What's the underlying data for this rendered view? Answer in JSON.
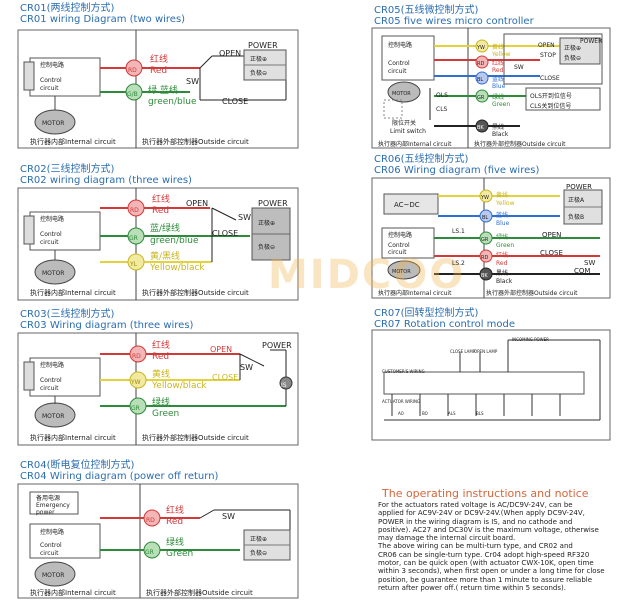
{
  "colors": {
    "title": "#2a6db0",
    "red": "#d23a3a",
    "green": "#2e8b3a",
    "yellow": "#e3d23a",
    "blue": "#2f6fd0",
    "black": "#222222",
    "accent": "#d6653a"
  },
  "cr01": {
    "title_cn": "CR01(两线控制方式)",
    "title_en": "CR01 wiring Diagram (two wires)",
    "power": "POWER",
    "open": "OPEN",
    "close": "CLOSE",
    "sw": "SW",
    "pos": "正极⊕",
    "neg": "负极⊖",
    "rd": "RD",
    "gb": "G/B",
    "red_cn": "红线",
    "red_en": "Red",
    "gb_cn": "绿 蓝线",
    "gb_en": "green/blue",
    "ctrl_cn": "控制电路",
    "ctrl_en1": "Control",
    "ctrl_en2": "circuit",
    "motor": "MOTOR",
    "inner": "执行器内部Internal circuit",
    "outer": "执行器外部控制器Outside circuit"
  },
  "cr02": {
    "title_cn": "CR02(三线控制方式)",
    "title_en": "CR02 wiring diagram (three wires)",
    "power": "POWER",
    "open": "OPEN",
    "close": "CLOSE",
    "sw": "SW",
    "pos": "正极⊕",
    "neg": "负极⊖",
    "rd": "RD",
    "gr": "GR",
    "yl": "YL",
    "red_cn": "红线",
    "red_en": "Red",
    "gb_cn": "蓝/绿线",
    "gb_en": "green/blue",
    "yb_cn": "黄/黑线",
    "yb_en": "Yellow/black",
    "ctrl_cn": "控制电路",
    "ctrl_en1": "Control",
    "ctrl_en2": "circuit",
    "motor": "MOTOR",
    "inner": "执行器内部Internal circuit",
    "outer": "执行器外部控制器Outside circuit"
  },
  "cr03": {
    "title_cn": "CR03(三线控制方式)",
    "title_en": "CR03 Wiring diagram (three wires)",
    "power": "POWER",
    "open": "OPEN",
    "close": "CLOSE",
    "sw": "SW",
    "is": "IS",
    "rd": "RD",
    "yw": "YW",
    "gr": "GR",
    "red_cn": "红线",
    "red_en": "Red",
    "yb_cn": "黄线",
    "yb_en": "Yellow/black",
    "g_cn": "绿线",
    "g_en": "Green",
    "ctrl_cn": "控制电路",
    "ctrl_en1": "Control",
    "ctrl_en2": "circuit",
    "motor": "MOTOR",
    "inner": "执行器内部Internal circuit",
    "outer": "执行器外部控制器Outside circuit"
  },
  "cr04": {
    "title_cn": "CR04(断电复位控制方式)",
    "title_en": "CR04 Wiring diagram (power off return)",
    "sw": "SW",
    "pos": "正极⊕",
    "neg": "负极⊖",
    "rd": "RD",
    "gr": "GR",
    "red_cn": "红线",
    "red_en": "Red",
    "g_cn": "绿线",
    "g_en": "Green",
    "bk_cn": "备用电源",
    "bk_en1": "Emergency",
    "bk_en2": "power",
    "ctrl_cn": "控制电路",
    "ctrl_en1": "Control",
    "ctrl_en2": "circuit",
    "motor": "MOTOR",
    "inner": "执行器内部Internal circuit",
    "outer": "执行器外部控制器Outside circuit"
  },
  "cr05": {
    "title_cn": "CR05(五线微控制方式)",
    "title_en": "CR05 five wires micro controller",
    "power": "POWER",
    "open": "OPEN",
    "stop": "STOP",
    "close": "CLOSE",
    "sw": "SW",
    "pos": "正极⊕",
    "neg": "负极⊖",
    "ols": "OLS",
    "cls": "CLS",
    "ols_sig": "OLS开到位信号",
    "cls_sig": "CLS关到位信号",
    "limit_cn": "限位开关",
    "limit_en": "Limit switch",
    "rd": "RD",
    "yw": "YW",
    "bl": "BL",
    "gr": "GR",
    "bk": "BK",
    "yel_cn": "黄线",
    "yel_en": "Yellow",
    "red_cn": "红线",
    "red_en": "Red",
    "blu_cn": "蓝线",
    "blu_en": "Blue",
    "grn_cn": "绿线",
    "grn_en": "Green",
    "blk_cn": "黑线",
    "blk_en": "Black",
    "ctrl_cn": "控制电路",
    "ctrl_en1": "Control",
    "ctrl_en2": "circuit",
    "motor": "MOTOR",
    "inner": "执行器内部Internal circuit",
    "outer": "执行器外部控制器Outside circuit"
  },
  "cr06": {
    "title_cn": "CR06(五线控制方式)",
    "title_en": "CR06 Wiring diagram (five wires)",
    "power": "POWER",
    "open": "OPEN",
    "close": "CLOSE",
    "com": "COM",
    "sw": "SW",
    "acdc": "AC~DC",
    "pos": "正极A",
    "neg": "负极B",
    "ls1": "LS.1",
    "ls2": "LS.2",
    "yw": "YW",
    "bl": "BL",
    "gr": "GR",
    "rd": "RD",
    "bk": "BK",
    "yel_cn": "黄线",
    "yel_en": "Yellow",
    "blu_cn": "蓝线",
    "blu_en": "Blue",
    "grn_cn": "绿线",
    "grn_en": "Green",
    "red_cn": "红线",
    "red_en": "Red",
    "blk_cn": "黑线",
    "blk_en": "Black",
    "ctrl_cn": "控制电路",
    "ctrl_en1": "Control",
    "ctrl_en2": "circuit",
    "motor": "MOTOR",
    "inner": "执行器内部Internal circuit",
    "outer": "执行器外部控制器Outside circuit"
  },
  "cr07": {
    "title_cn": "CR07(回转型控制方式)",
    "title_en": "CR07 Rotation control mode",
    "incoming": "INCOMING POWER",
    "customer": "CUSTOMER'S WIRING",
    "actuator": "ACTUATOR WIRING",
    "close_lamp": "CLOSE LAMP",
    "open_lamp": "OPEN LAMP",
    "ao": "AO",
    "bo": "BO",
    "als": "ALS",
    "bls": "BLS"
  },
  "watermark": "MIDCOO",
  "notice": {
    "title": "The operating instructions and notice",
    "lines": [
      "For the actuators rated voltage is AC/DC9V-24V, can be",
      "applied for AC9V-24V or DC9V-24V.(When apply DC9V-24V,",
      "POWER in the wiring diagram is IS,  and no cathode and",
      "positive).  AC27 and DC30V is the maximum voltage, otherwise",
      "may damage the internal circuit board.",
      "    The above wiring can be multi-turn type, and CR02 and",
      "CR06 can be single-turn type.   Cr04 adopt high-speed RF320",
      "motor, can be quick open (with actuator CWX-10K, open time",
      "within 3 seconds), when first open or under a long time for close",
      "position, be guarantee more than 1 minute to assure reliable",
      "return after power off.( return time within 5 seconds)."
    ]
  }
}
